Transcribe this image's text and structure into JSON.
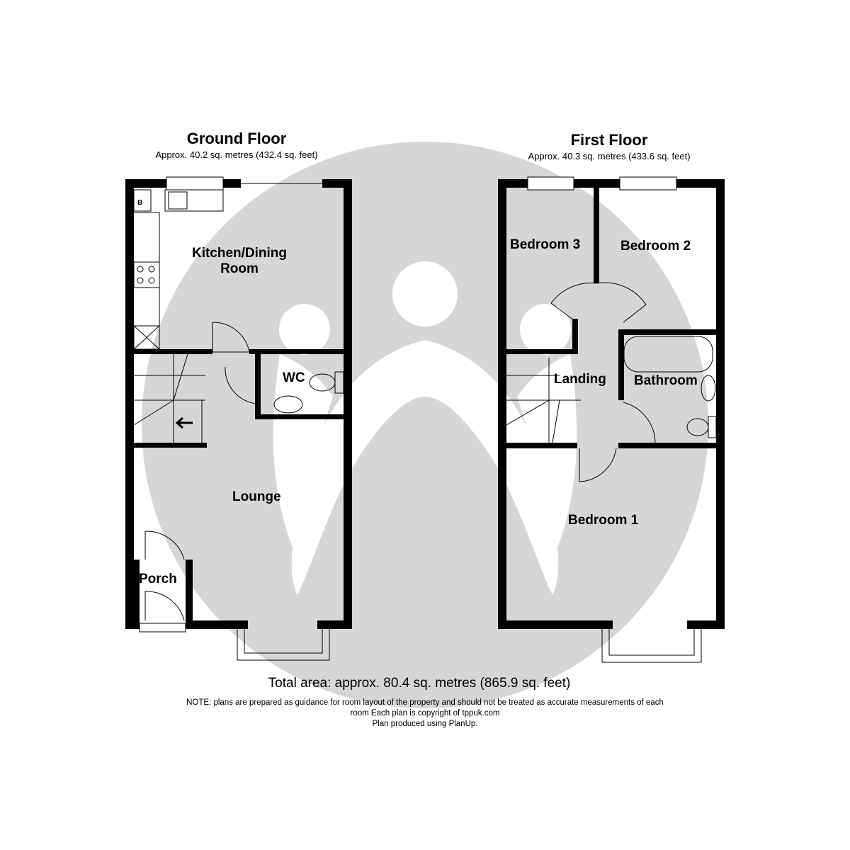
{
  "ground_floor": {
    "title": "Ground Floor",
    "area": "Approx. 40.2 sq. metres (432.4 sq. feet)",
    "rooms": {
      "kitchen": "Kitchen/Dining Room",
      "wc": "WC",
      "lounge": "Lounge",
      "porch": "Porch",
      "boiler": "B"
    }
  },
  "first_floor": {
    "title": "First Floor",
    "area": "Approx. 40.3 sq. metres (433.6 sq. feet)",
    "rooms": {
      "bedroom3": "Bedroom 3",
      "bedroom2": "Bedroom 2",
      "landing": "Landing",
      "bathroom": "Bathroom",
      "bedroom1": "Bedroom 1"
    }
  },
  "footer": {
    "total": "Total area: approx. 80.4 sq. metres (865.9 sq. feet)",
    "note_line1": "NOTE: plans are prepared as guidance for room layout of the property and should not be treated as accurate measurements of each",
    "note_line2": "room Each plan is copyright of tppuk.com",
    "note_line3": "Plan produced using PlanUp."
  },
  "colors": {
    "wall": "#000000",
    "watermark": "#d3d3d3"
  }
}
